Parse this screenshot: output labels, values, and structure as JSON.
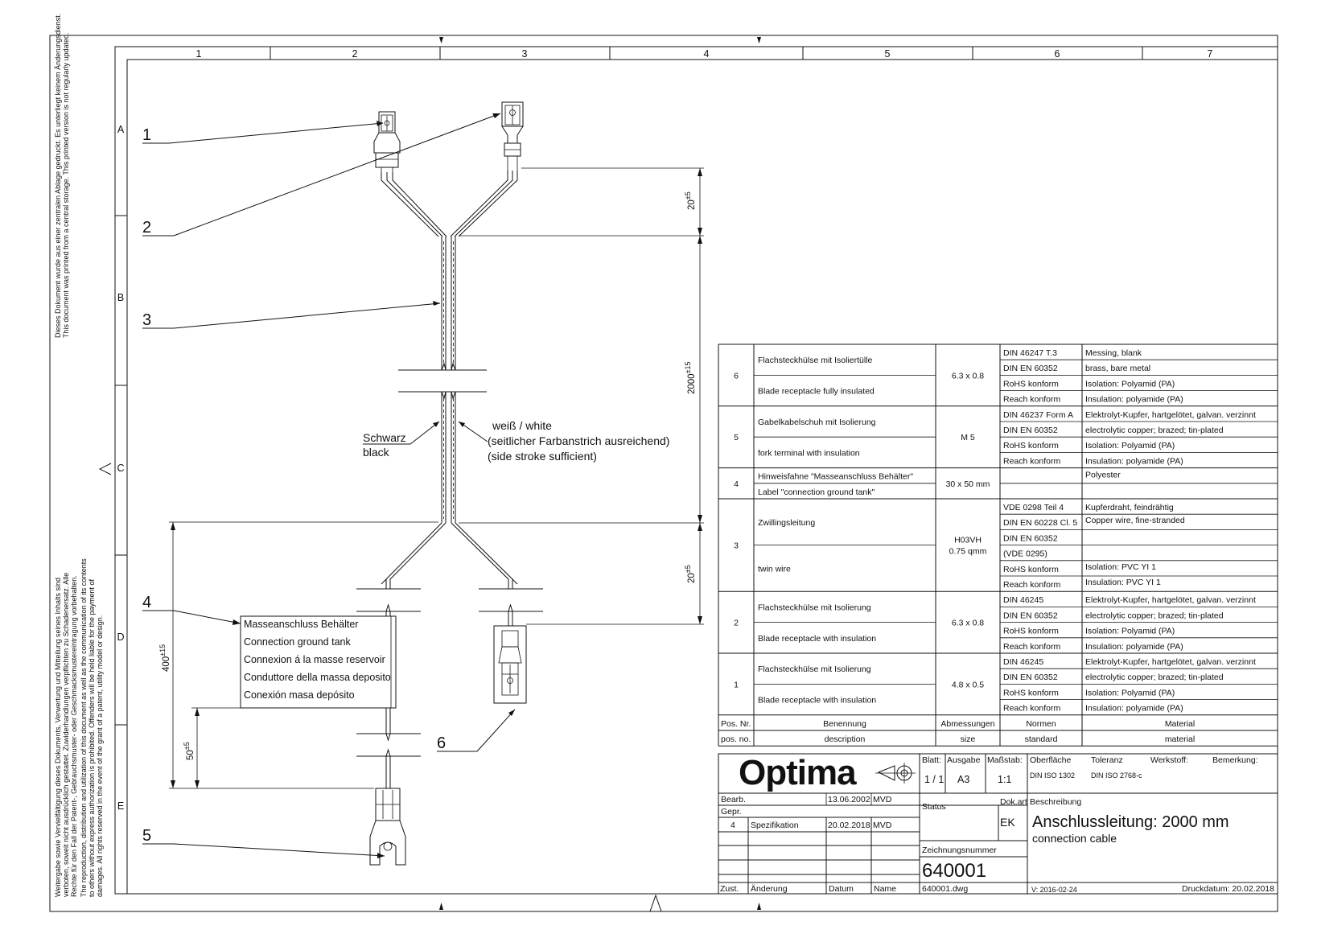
{
  "side_notice": {
    "top_de": "Dieses Dokument wurde aus einer zentralen Ablage gedruckt. Es unterliegt keinem Änderungsdienst.",
    "top_en": "This document was printed from a central storage. This printed version is not regularly updated.",
    "bottom_de_1": "Weitergabe sowie Vervielfältigung dieses Dokuments, Verwertung und Mitteilung seines Inhalts sind",
    "bottom_de_2": "verboten, soweit nicht ausdrücklich gestattet. Zuwiderhandlungen verpflichten zu Schadenersatz. Alle",
    "bottom_de_3": "Rechte für den Fall der Patent-, Gebrauchsmuster- oder Geschmacksmustereintragung vorbehalten.",
    "bottom_en_1": "The reproduction, distribution and utilization of this document as well as the communication of its contents",
    "bottom_en_2": "to others without express authorization is prohibited. Offenders will be held liable for the payment of",
    "bottom_en_3": "damages. All rights reserved in the event of the grant of a patent, utility model or design."
  },
  "grid": {
    "columns": [
      "1",
      "2",
      "3",
      "4",
      "5",
      "6",
      "7"
    ],
    "rows": [
      "A",
      "B",
      "C",
      "D",
      "E"
    ]
  },
  "callouts": [
    "1",
    "2",
    "3",
    "4",
    "5",
    "6"
  ],
  "wire_labels": {
    "black_de": "Schwarz",
    "black_en": "black",
    "white": "weiß / white",
    "stroke_de": "(seitlicher Farbanstrich ausreichend)",
    "stroke_en": "(side stroke sufficient)"
  },
  "dimensions": {
    "top_leg": "20",
    "top_leg_tol": "±5",
    "main_length": "2000",
    "main_length_tol": "±15",
    "bottom_leg": "20",
    "bottom_leg_tol": "±5",
    "label_pos": "400",
    "label_pos_tol": "±15",
    "label_offset": "50",
    "label_offset_tol": "±5"
  },
  "ground_label": [
    "Masseanschluss Behälter",
    "Connection ground tank",
    "Connexion á la masse reservoir",
    "Conduttore della massa deposito",
    "Conexión masa depósito"
  ],
  "bom": {
    "rows": [
      {
        "pos": "6",
        "name_de": "Flachsteckhülse mit Isoliertülle",
        "name_en": "Blade receptacle fully insulated",
        "size": [
          "6.3 x 0.8"
        ],
        "norms": [
          "DIN 46247 T.3",
          "DIN EN 60352",
          "RoHS konform",
          "Reach konform"
        ],
        "materials": [
          "Messing, blank",
          "brass, bare metal",
          "Isolation: Polyamid (PA)",
          "Insulation: polyamide (PA)"
        ]
      },
      {
        "pos": "5",
        "name_de": "Gabelkabelschuh mit Isolierung",
        "name_en": "fork terminal with insulation",
        "size": [
          "M 5"
        ],
        "norms": [
          "DIN 46237 Form A",
          "DIN EN 60352",
          "RoHS konform",
          "Reach konform"
        ],
        "materials": [
          "Elektrolyt-Kupfer, hartgelötet, galvan. verzinnt",
          "electrolytic copper; brazed; tin-plated",
          "Isolation: Polyamid (PA)",
          "Insulation: polyamide (PA)"
        ]
      },
      {
        "pos": "4",
        "name_de": "Hinweisfahne \"Masseanschluss Behälter\"",
        "name_en": "Label \"connection ground tank\"",
        "size": [
          "30 x 50 mm"
        ],
        "norms": [],
        "materials": [
          "Polyester"
        ]
      },
      {
        "pos": "3",
        "name_de": "Zwillingsleitung",
        "name_en": "twin wire",
        "size": [
          "H03VH",
          "0.75 qmm"
        ],
        "norms": [
          "VDE 0298 Teil 4",
          "DIN EN 60228 Cl. 5",
          "DIN EN 60352",
          "(VDE 0295)",
          "RoHS konform",
          "Reach konform"
        ],
        "materials": [
          "Kupferdraht, feindrähtig",
          "Copper wire, fine-stranded",
          "Isolation: PVC YI 1",
          "Insulation:  PVC YI 1"
        ]
      },
      {
        "pos": "2",
        "name_de": "Flachsteckhülse mit Isolierung",
        "name_en": "Blade receptacle with insulation",
        "size": [
          "6.3 x 0.8"
        ],
        "norms": [
          "DIN 46245",
          "DIN EN 60352",
          "RoHS konform",
          "Reach konform"
        ],
        "materials": [
          "Elektrolyt-Kupfer, hartgelötet, galvan. verzinnt",
          "electrolytic copper; brazed; tin-plated",
          "Isolation: Polyamid (PA)",
          "Insulation: polyamide (PA)"
        ]
      },
      {
        "pos": "1",
        "name_de": "Flachsteckhülse mit Isolierung",
        "name_en": "Blade receptacle with insulation",
        "size": [
          "4.8 x 0.5"
        ],
        "norms": [
          "DIN 46245",
          "DIN EN 60352",
          "RoHS konform",
          "Reach konform"
        ],
        "materials": [
          "Elektrolyt-Kupfer, hartgelötet, galvan. verzinnt",
          "electrolytic copper; brazed; tin-plated",
          "Isolation: Polyamid (PA)",
          "Insulation: polyamide (PA)"
        ]
      }
    ],
    "header_de": {
      "pos": "Pos. Nr.",
      "name": "Benennung",
      "size": "Abmessungen",
      "norm": "Normen",
      "material": "Material"
    },
    "header_en": {
      "pos": "pos. no.",
      "name": "description",
      "size": "size",
      "norm": "standard",
      "material": "material"
    }
  },
  "title_block": {
    "logo": "Optima",
    "sheet_label": "Blatt:",
    "sheet_value": "1 / 1",
    "edition_label": "Ausgabe",
    "edition_value": "A3",
    "scale_label": "Maßstab:",
    "scale_value": "1:1",
    "surface_label": "Oberfläche",
    "surface_value": "DIN ISO 1302",
    "tolerance_label": "Toleranz",
    "tolerance_value": "DIN ISO 2768-c",
    "material_label": "Werkstoff:",
    "remark_label": "Bemerkung:",
    "drawn_label": "Bearb.",
    "drawn_date": "13.06.2002",
    "drawn_by": "MVD",
    "checked_label": "Gepr.",
    "rev_no": "4",
    "rev_text": "Spezifikation",
    "rev_date": "20.02.2018",
    "rev_by": "MVD",
    "status_label": "Status",
    "doc_type_label": "Dok.art",
    "doc_type_value": "EK",
    "description_label": "Beschreibung",
    "title_de": "Anschlussleitung: 2000 mm",
    "title_en": "connection cable",
    "drawing_no_label": "Zeichnungsnummer",
    "drawing_no": "640001",
    "file_name": "640001.dwg",
    "zust_label": "Zust.",
    "change_label": "Änderung",
    "date_label": "Datum",
    "name_label": "Name",
    "version": "V: 2016-02-24",
    "print_date": "Druckdatum: 20.02.2018"
  }
}
